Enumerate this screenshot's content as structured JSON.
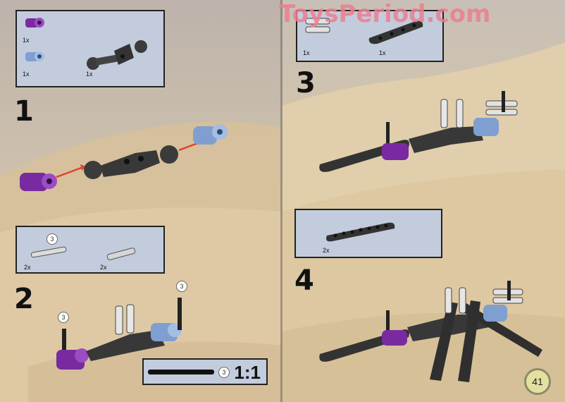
{
  "watermark": "ToysPeriod.com",
  "page_number": "41",
  "steps": {
    "s1": "1",
    "s2": "2",
    "s3": "3",
    "s4": "4"
  },
  "step1_parts": [
    "1x",
    "1x",
    "1x"
  ],
  "step2_parts": [
    "2x",
    "2x"
  ],
  "step2_badge": "3",
  "step2_badges": [
    "3",
    "3"
  ],
  "scale_badge": "3",
  "scale_label": "1:1",
  "step3_parts": [
    "1x",
    "1x"
  ],
  "step4_parts": [
    "2x"
  ],
  "colors": {
    "part_purple": "#7a2aa0",
    "part_blue": "#7f9fd0",
    "part_dark": "#3b3b3b",
    "box_fill": "#c3ccdd",
    "arrow": "#e0442c"
  }
}
